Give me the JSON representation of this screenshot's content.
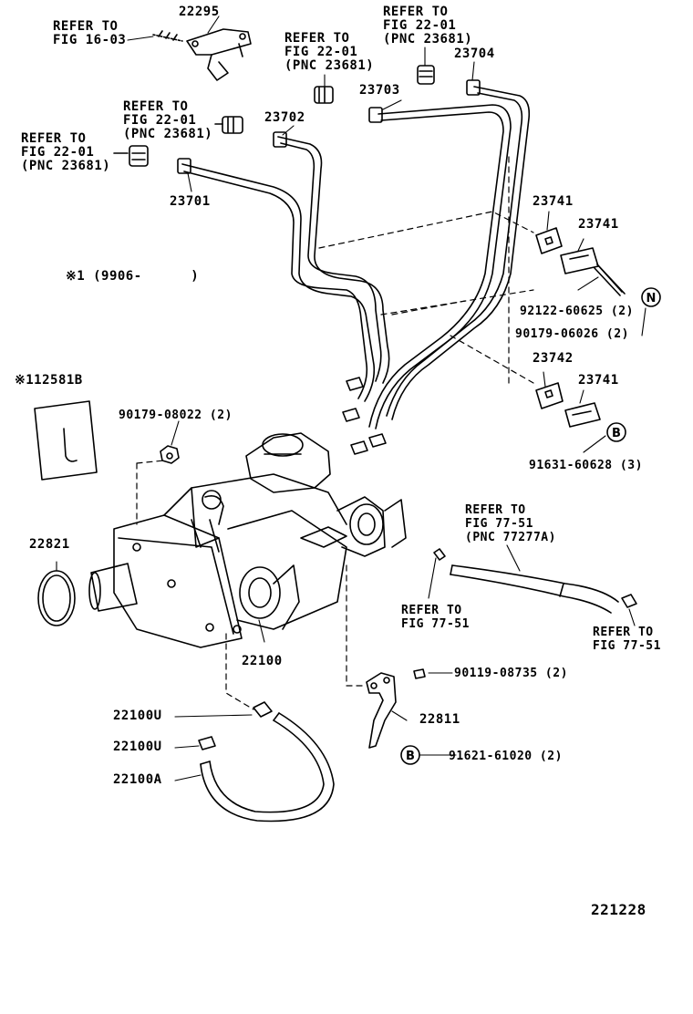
{
  "labels": {
    "p22295": "22295",
    "refer_fig_16_03": "REFER TO\nFIG 16-03",
    "refer_22_01_a": "REFER TO\nFIG 22-01\n(PNC 23681)",
    "refer_22_01_b": "REFER TO\nFIG 22-01\n(PNC 23681)",
    "refer_22_01_c": "REFER TO\nFIG 22-01\n(PNC 23681)",
    "refer_22_01_d": "REFER TO\nFIG 22-01\n(PNC 23681)",
    "p23704": "23704",
    "p23703": "23703",
    "p23702": "23702",
    "p23701": "23701",
    "p23741_a": "23741",
    "p23741_b": "23741",
    "p23741_c": "23741",
    "p23742": "23742",
    "note_9906": "※1 (9906-      )",
    "p92122": "92122-60625 (2)",
    "p90179_06026": "90179-06026 (2)",
    "p91631": "91631-60628 (3)",
    "p112581b": "※112581B",
    "p90179_08022": "90179-08022 (2)",
    "p22821": "22821",
    "refer_77_51_pnc": "REFER TO\nFIG 77-51\n(PNC 77277A)",
    "refer_77_51_a": "REFER TO\nFIG 77-51",
    "refer_77_51_b": "REFER TO\nFIG 77-51",
    "p22100": "22100",
    "p90119": "90119-08735 (2)",
    "p22811": "22811",
    "p91621": "91621-61020 (2)",
    "p22100u_a": "22100U",
    "p22100u_b": "22100U",
    "p22100a": "22100A",
    "diagram_id": "221228",
    "circle_n": "N",
    "circle_b1": "B",
    "circle_b2": "B"
  }
}
